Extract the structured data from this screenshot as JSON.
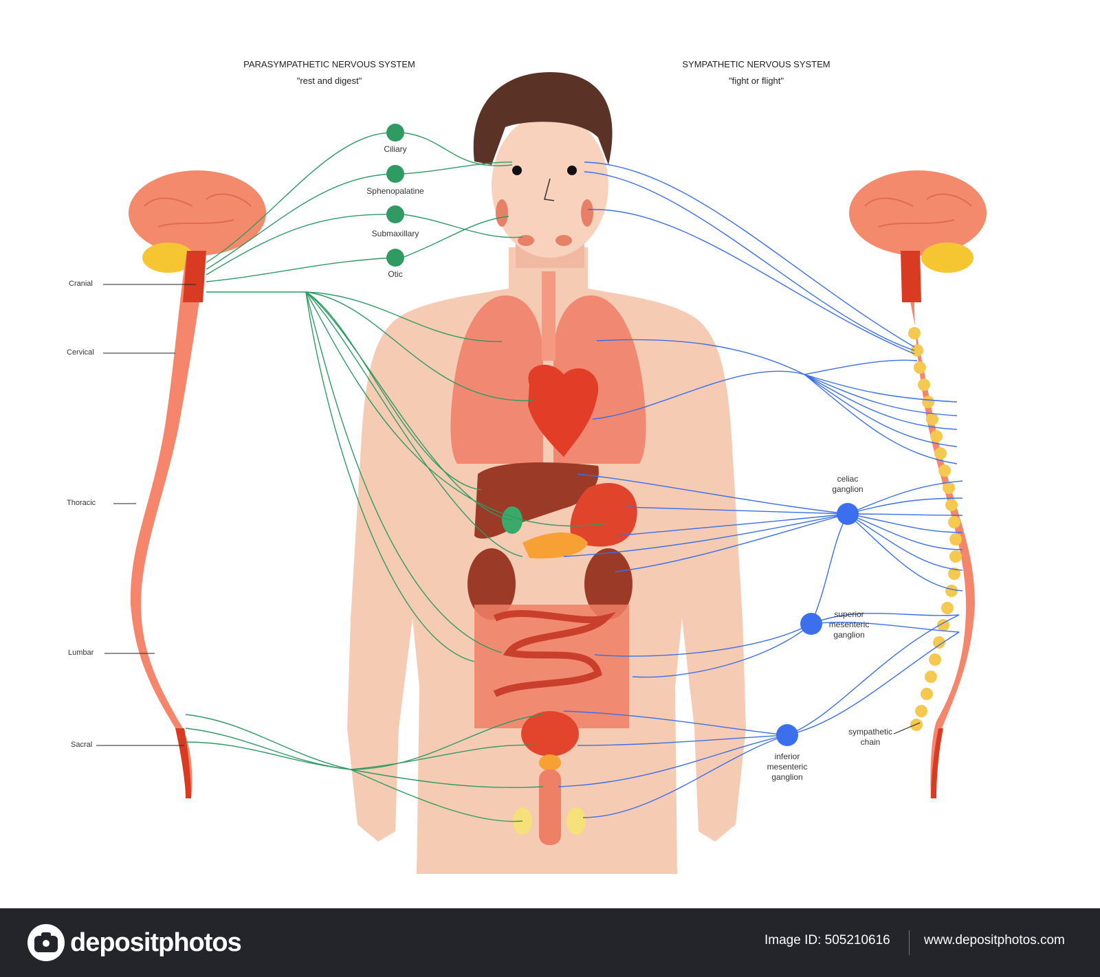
{
  "parasympathetic": {
    "title": "PARASYMPATHETIC NERVOUS SYSTEM",
    "subtitle": "\"rest and digest\"",
    "segments": [
      "Cranial",
      "Cervical",
      "Thoracic",
      "Lumbar",
      "Sacral"
    ],
    "ganglia": [
      "Ciliary",
      "Sphenopalatine",
      "Submaxillary",
      "Otic"
    ]
  },
  "sympathetic": {
    "title": "SYMPATHETIC NERVOUS SYSTEM",
    "subtitle": "\"fight or flight\"",
    "ganglia": {
      "celiac": "celiac\nganglion",
      "superior": "superior\nmesenteric\nganglion",
      "inferior": "inferior\nmesenteric\nganglion",
      "chain": "sympathetic\nchain"
    }
  },
  "colors": {
    "parasympathetic_nerve": "#2e9a63",
    "sympathetic_nerve": "#3a6fe8",
    "para_node": "#2f9b62",
    "symp_node": "#3b6fee",
    "skin": "#f6cbb4",
    "brain": "#f48a6c",
    "spine_light": "#f5866c",
    "spine_dark": "#d93a22",
    "chain": "#f5c94f"
  },
  "footer": {
    "brand": "depositphotos",
    "image_id": "Image ID: 505210616",
    "site": "www.depositphotos.com"
  }
}
